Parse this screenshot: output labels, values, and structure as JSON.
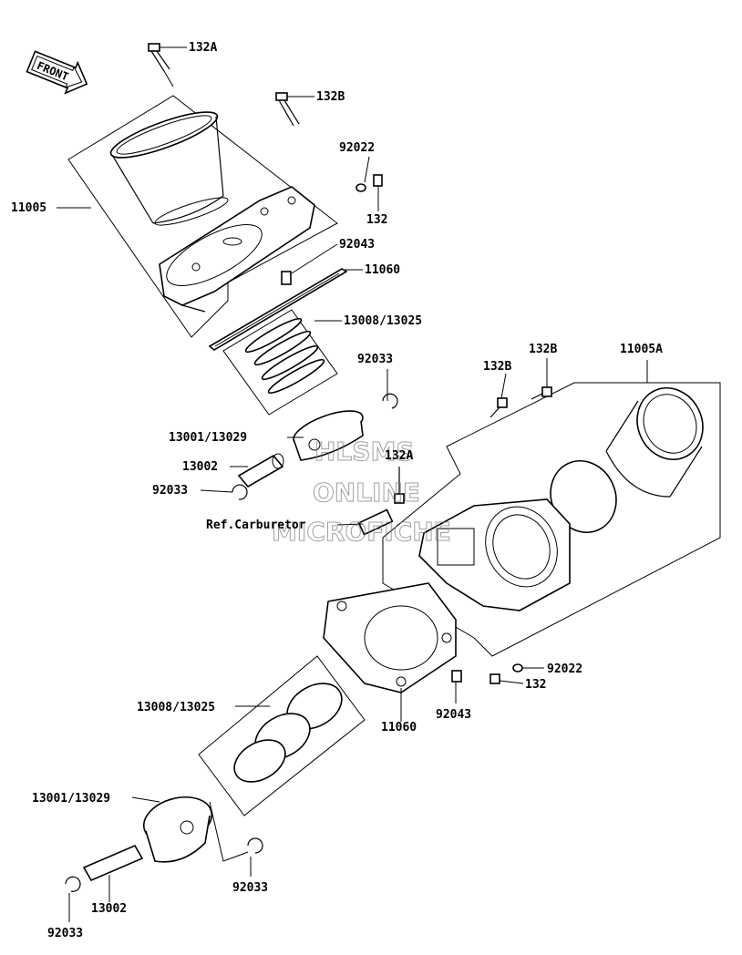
{
  "front_badge": "FRONT",
  "watermark": [
    "HLSMS",
    "ONLINE",
    "MICROFICHE"
  ],
  "labels": {
    "p132A_top": "132A",
    "p132B_top": "132B",
    "p92022_top": "92022",
    "p132_top": "132",
    "p11005": "11005",
    "p92043_top": "92043",
    "p11060_top": "11060",
    "p13008_top": "13008/13025",
    "p92033_a": "92033",
    "p13001_top": "13001/13029",
    "p13002_top": "13002",
    "p92033_b": "92033",
    "p132B_mid1": "132B",
    "p132B_mid2": "132B",
    "p11005A": "11005A",
    "p132A_mid": "132A",
    "ref_carb": "Ref.Carburetor",
    "p92022_bot": "92022",
    "p132_bot": "132",
    "p92043_bot": "92043",
    "p11060_bot": "11060",
    "p13008_bot": "13008/13025",
    "p13001_bot": "13001/13029",
    "p92033_c": "92033",
    "p13002_bot": "13002",
    "p92033_d": "92033"
  }
}
